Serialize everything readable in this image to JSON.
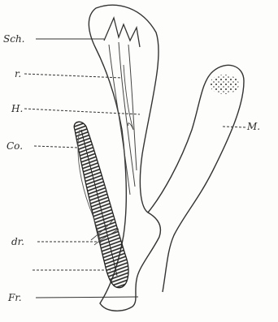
{
  "figure": {
    "labels": {
      "sch": "Sch.",
      "r": "r.",
      "h": "H.",
      "co": "Co.",
      "dr": "dr.",
      "fr": "Fr.",
      "m": "M."
    },
    "ink_color": "#333333",
    "paper_color": "#fdfdfb"
  }
}
